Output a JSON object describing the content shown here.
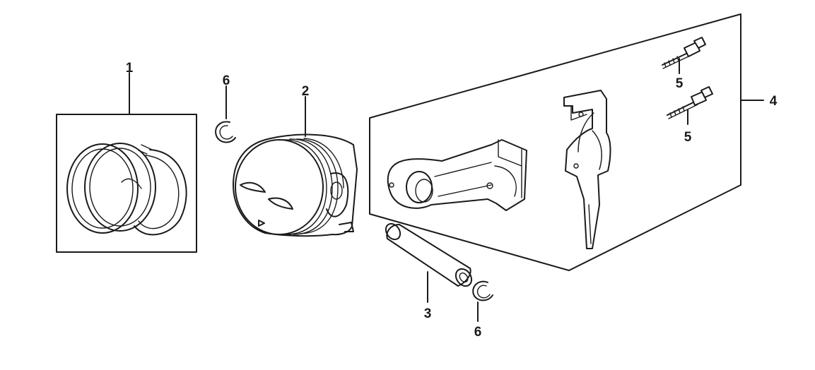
{
  "callouts": {
    "piston_ring_set": "1",
    "piston": "2",
    "piston_pin": "3",
    "connecting_rod_assembly": "4",
    "rod_bolt_upper": "5",
    "rod_bolt_lower": "5",
    "pin_clip_left": "6",
    "pin_clip_right": "6"
  }
}
